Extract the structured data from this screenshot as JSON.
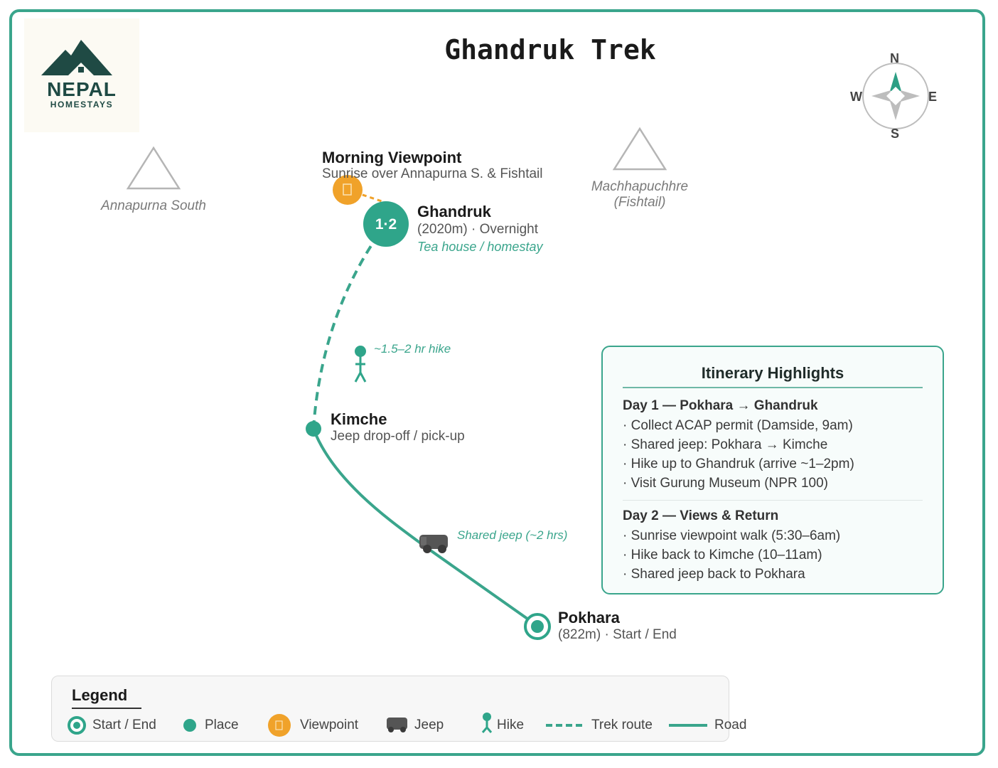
{
  "map": {
    "title": "Ghandruk Trek",
    "brand": {
      "name_line1": "NEPAL",
      "name_line2": "HOMESTAYS"
    },
    "compass": {
      "n": "N",
      "e": "E",
      "s": "S",
      "w": "W"
    },
    "peaks": [
      {
        "name": "Annapurna South",
        "sub": ""
      },
      {
        "name": "Machhapuchhre",
        "sub": "(Fishtail)"
      }
    ],
    "places": {
      "viewpoint": {
        "name": "Morning Viewpoint",
        "sub": "Sunrise over Annapurna S. & Fishtail"
      },
      "ghandruk": {
        "badge": "1·2",
        "name": "Ghandruk",
        "sub": "(2020m) · Overnight",
        "note": "Tea house / homestay"
      },
      "kimche": {
        "name": "Kimche",
        "sub": "Jeep drop-off / pick-up"
      },
      "pokhara": {
        "name": "Pokhara",
        "sub": "(822m) · Start / End"
      }
    },
    "route_notes": {
      "hike": "~1.5–2 hr hike",
      "jeep": "Shared jeep (~2 hrs)"
    },
    "colors": {
      "teal": "#3aa58c",
      "orange": "#f0a22a",
      "frame": "#3aa58c",
      "jeep": "#555555",
      "peak": "#b5b5b5"
    }
  },
  "itinerary": {
    "title": "Itinerary Highlights",
    "days": [
      {
        "heading": "Day 1 — Pokhara → Ghandruk",
        "items": [
          "· Collect ACAP permit (Damside, 9am)",
          "· Shared jeep: Pokhara → Kimche",
          "· Hike up to Ghandruk (arrive ~1–2pm)",
          "· Visit Gurung Museum (NPR 100)"
        ]
      },
      {
        "heading": "Day 2 — Views & Return",
        "items": [
          "· Sunrise viewpoint walk (5:30–6am)",
          "· Hike back to Kimche (10–11am)",
          "· Shared jeep back to Pokhara"
        ]
      }
    ]
  },
  "legend": {
    "title": "Legend",
    "items": [
      {
        "icon": "start-end-icon",
        "label": "Start / End"
      },
      {
        "icon": "place-icon",
        "label": "Place"
      },
      {
        "icon": "viewpoint-icon",
        "label": "Viewpoint"
      },
      {
        "icon": "jeep-icon",
        "label": "Jeep"
      },
      {
        "icon": "hike-icon",
        "label": "Hike"
      },
      {
        "icon": "trek-route-icon",
        "label": "Trek route"
      },
      {
        "icon": "road-icon",
        "label": "Road"
      }
    ]
  }
}
